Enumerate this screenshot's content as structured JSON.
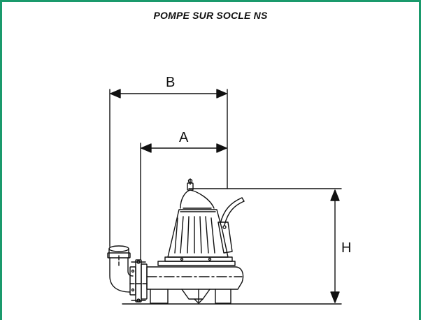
{
  "title": "POMPE SUR SOCLE NS",
  "dimensions": {
    "b_label": "B",
    "a_label": "A",
    "h_label": "H"
  },
  "colors": {
    "frame": "#1a9a6c",
    "line": "#111111"
  }
}
